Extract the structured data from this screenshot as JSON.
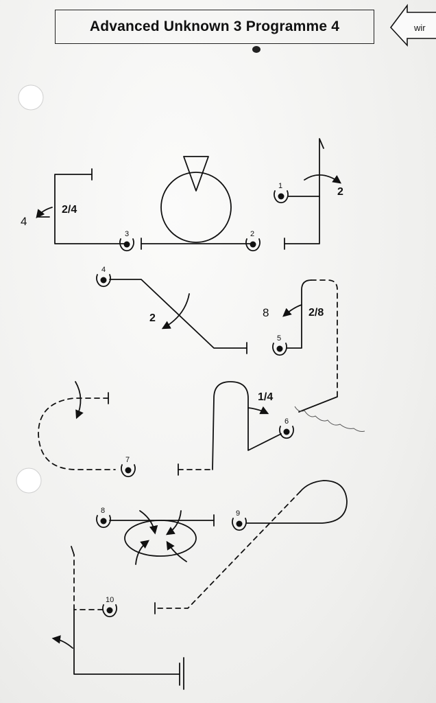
{
  "title": "Advanced  Unknown 3  Programme 4",
  "nav": {
    "next_label": "wir"
  },
  "figures": {
    "figure_1": {
      "turn": "2/4",
      "direction_target": "4"
    },
    "figure_2": {
      "turn": "2"
    },
    "figure_3": {
      "turn": "2"
    },
    "figure_4": {
      "turn": "2/8",
      "direction_target": "8"
    },
    "figure_5": {
      "turn": "1/4"
    }
  },
  "markers": [
    "1",
    "2",
    "3",
    "4",
    "5",
    "6",
    "7",
    "8",
    "9",
    "10"
  ],
  "colors": {
    "ink": "#111111",
    "paper": "#f4f4f2"
  }
}
